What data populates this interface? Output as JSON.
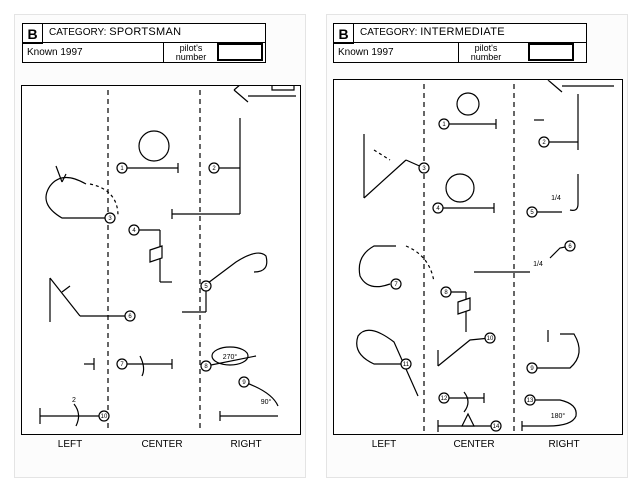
{
  "left_sheet": {
    "badge": "B",
    "category_label": "CATEGORY:",
    "category_value": "SPORTSMAN",
    "known": "Known 1997",
    "pilot_line1": "pilot's",
    "pilot_line2": "number",
    "figures": [
      "1",
      "2",
      "3",
      "4",
      "5",
      "6",
      "7",
      "8",
      "9",
      "10"
    ],
    "notes": {
      "roll_270": "270°",
      "roll_90": "90°",
      "count_2": "2"
    },
    "columns": [
      "LEFT",
      "CENTER",
      "RIGHT"
    ]
  },
  "right_sheet": {
    "badge": "B",
    "category_label": "CATEGORY:",
    "category_value": "INTERMEDIATE",
    "known": "Known 1997",
    "pilot_line1": "pilot's",
    "pilot_line2": "number",
    "figures": [
      "1",
      "2",
      "3",
      "4",
      "5",
      "6",
      "7",
      "8",
      "9",
      "10",
      "11",
      "12",
      "13",
      "14"
    ],
    "notes": {
      "quarter_a": "1/4",
      "quarter_b": "1/4",
      "roll_180": "180°"
    },
    "columns": [
      "LEFT",
      "CENTER",
      "RIGHT"
    ]
  }
}
